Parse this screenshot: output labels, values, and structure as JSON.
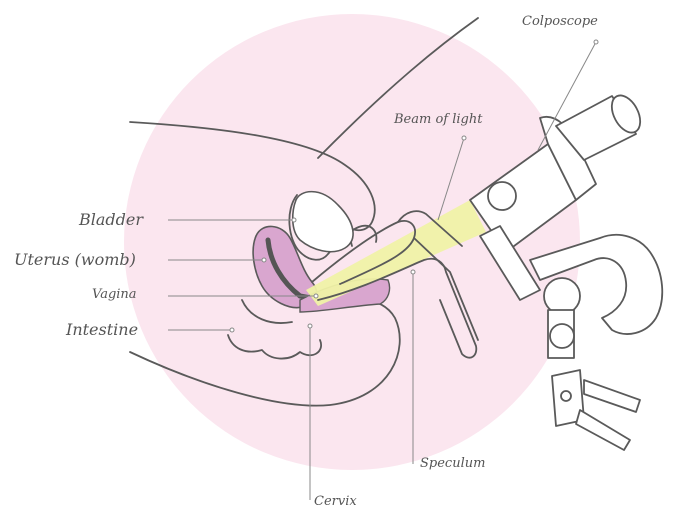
{
  "labels": {
    "colposcope": "Colposcope",
    "beam_of_light": "Beam of light",
    "bladder": "Bladder",
    "uterus": "Uterus (womb)",
    "vagina": "Vagina",
    "intestine": "Intestine",
    "speculum": "Speculum",
    "cervix": "Cervix"
  },
  "colors": {
    "background_circle": "#fbe6ef",
    "outline": "#5a5a5a",
    "uterus_fill": "#d9a6cf",
    "uterus_inner": "#555555",
    "light_beam": "#f0f2a6",
    "leader_line": "#888888",
    "label_text": "#555555"
  }
}
